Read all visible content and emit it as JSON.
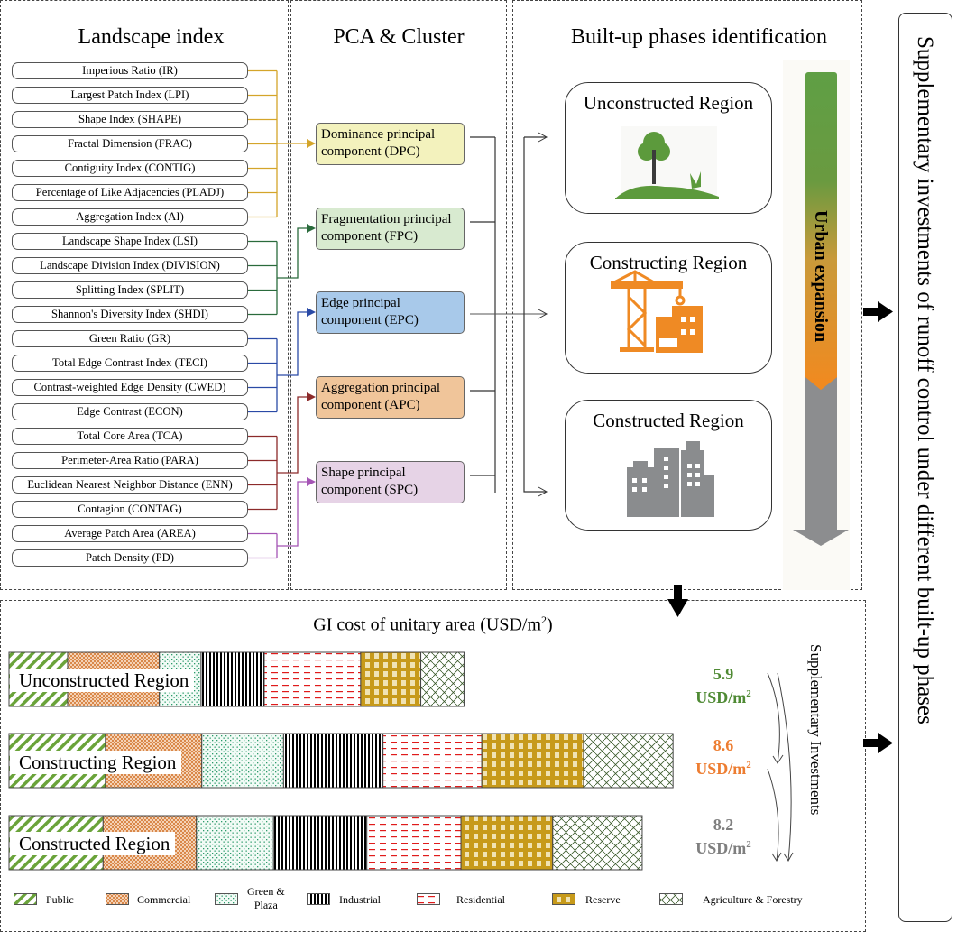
{
  "panels": {
    "landscape_index": {
      "title": "Landscape index",
      "items": [
        {
          "label": "Imperious Ratio (IR)",
          "group": "DPC"
        },
        {
          "label": "Largest Patch Index (LPI)",
          "group": "DPC"
        },
        {
          "label": "Shape Index (SHAPE)",
          "group": "DPC"
        },
        {
          "label": "Fractal Dimension (FRAC)",
          "group": "DPC"
        },
        {
          "label": "Contiguity Index (CONTIG)",
          "group": "DPC"
        },
        {
          "label": "Percentage of Like Adjacencies (PLADJ)",
          "group": "DPC"
        },
        {
          "label": "Aggregation Index (AI)",
          "group": "DPC"
        },
        {
          "label": "Landscape Shape Index (LSI)",
          "group": "FPC"
        },
        {
          "label": "Landscape Division Index (DIVISION)",
          "group": "FPC"
        },
        {
          "label": "Splitting Index (SPLIT)",
          "group": "FPC"
        },
        {
          "label": "Shannon's Diversity Index (SHDI)",
          "group": "FPC"
        },
        {
          "label": "Green Ratio (GR)",
          "group": "EPC"
        },
        {
          "label": "Total Edge Contrast Index (TECI)",
          "group": "EPC"
        },
        {
          "label": "Contrast-weighted Edge Density (CWED)",
          "group": "EPC"
        },
        {
          "label": "Edge Contrast (ECON)",
          "group": "EPC"
        },
        {
          "label": "Total Core Area (TCA)",
          "group": "APC"
        },
        {
          "label": "Perimeter-Area Ratio (PARA)",
          "group": "APC"
        },
        {
          "label": "Euclidean Nearest Neighbor Distance (ENN)",
          "group": "APC"
        },
        {
          "label": "Contagion (CONTAG)",
          "group": "APC"
        },
        {
          "label": "Average Patch Area (AREA)",
          "group": "SPC"
        },
        {
          "label": "Patch Density (PD)",
          "group": "SPC"
        }
      ]
    },
    "pca": {
      "title": "PCA & Cluster",
      "components": [
        {
          "id": "DPC",
          "line1": "Dominance principal",
          "line2": "component  (DPC)",
          "fill": "#f3f2bd",
          "link": "#d4a52a"
        },
        {
          "id": "FPC",
          "line1": "Fragmentation principal",
          "line2": "component  (FPC)",
          "fill": "#d8ead0",
          "link": "#2a6b3c"
        },
        {
          "id": "EPC",
          "line1": "Edge principal",
          "line2": "component  (EPC)",
          "fill": "#a8c9ea",
          "link": "#2a4aa6"
        },
        {
          "id": "APC",
          "line1": "Aggregation principal",
          "line2": "component  (APC)",
          "fill": "#f0c59a",
          "link": "#8c2a2a"
        },
        {
          "id": "SPC",
          "line1": "Shape principal",
          "line2": "component  (SPC)",
          "fill": "#e6d3e6",
          "link": "#a555b5"
        }
      ]
    },
    "phases": {
      "title": "Built-up phases identification",
      "regions": [
        {
          "label": "Unconstructed Region",
          "icon": "tree-icon"
        },
        {
          "label": "Constructing Region",
          "icon": "crane-icon"
        },
        {
          "label": "Constructed Region",
          "icon": "buildings-icon"
        }
      ],
      "expansion_label": "Urban expansion"
    },
    "outcome": {
      "label": "Supplementary investments of runoff control under different built-up phases"
    }
  },
  "chart_data": {
    "type": "bar",
    "orientation": "horizontal-stacked",
    "title": "GI cost of unitary area (USD/m²)",
    "title_main": "GI cost of unitary area (USD/m",
    "title_sup": "2",
    "title_close": ")",
    "unit": "USD/m²",
    "categories": [
      "Unconstructed Region",
      "Constructing Region",
      "Constructed Region"
    ],
    "totals": [
      5.9,
      8.6,
      8.2
    ],
    "total_colors": [
      "#4f8a34",
      "#ed7d31",
      "#7f7f7f"
    ],
    "series": [
      {
        "name": "Public",
        "values": [
          0.76,
          1.25,
          1.22
        ]
      },
      {
        "name": "Commercial",
        "values": [
          1.19,
          1.25,
          1.21
        ]
      },
      {
        "name": "Green & Plaza",
        "values": [
          0.54,
          1.06,
          1.0
        ]
      },
      {
        "name": "Industrial",
        "values": [
          0.82,
          1.29,
          1.21
        ]
      },
      {
        "name": "Residential",
        "values": [
          1.25,
          1.28,
          1.22
        ]
      },
      {
        "name": "Reserve",
        "values": [
          0.78,
          1.32,
          1.19
        ]
      },
      {
        "name": "Agriculture & Forestry",
        "values": [
          0.56,
          1.16,
          1.16
        ]
      }
    ],
    "side_note": "Supplementary Investments",
    "legend_position": "bottom"
  },
  "legend": [
    {
      "name": "Public",
      "line2": ""
    },
    {
      "name": "Commercial",
      "line2": ""
    },
    {
      "name": "Green &",
      "line2": "Plaza"
    },
    {
      "name": "Industrial",
      "line2": ""
    },
    {
      "name": "Residential",
      "line2": ""
    },
    {
      "name": "Reserve",
      "line2": ""
    },
    {
      "name": "Agriculture & Forestry",
      "line2": ""
    }
  ],
  "costs": [
    {
      "value": "5.9",
      "unit": "USD/m",
      "sup": "2"
    },
    {
      "value": "8.6",
      "unit": "USD/m",
      "sup": "2"
    },
    {
      "value": "8.2",
      "unit": "USD/m",
      "sup": "2"
    }
  ]
}
